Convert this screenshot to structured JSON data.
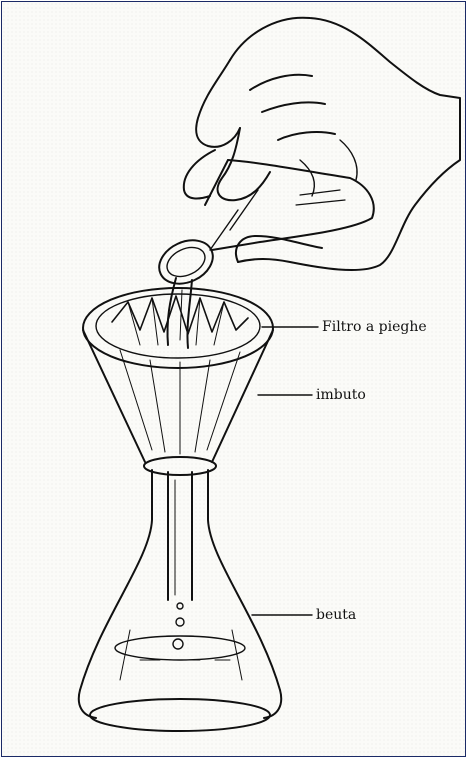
{
  "labels": {
    "filter": "Filtro a pieghe",
    "funnel": "imbuto",
    "flask": "beuta"
  },
  "colors": {
    "frame_border": "#1b2a66",
    "ink": "#111111",
    "background": "#fbfbf8"
  }
}
